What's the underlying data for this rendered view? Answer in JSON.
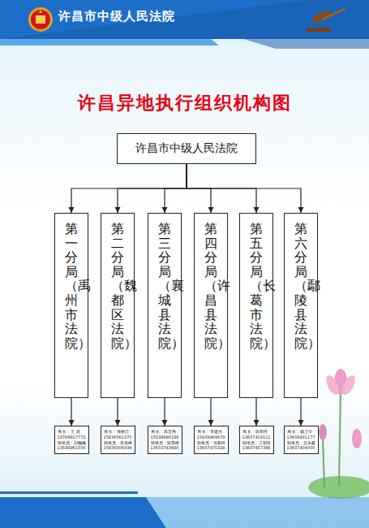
{
  "diagram": {
    "title": "许昌异地执行组织机构图",
    "nodes": [
      {
        "text": [
          "许昌市中级人民法院"
        ]
      },
      {
        "text": [
          "第一分局（禹州市法院）"
        ]
      },
      {
        "text": [
          "第二分局（魏都区法院）"
        ]
      },
      {
        "text": [
          "第三分局（襄城县法院）"
        ]
      },
      {
        "text": [
          "第四分局（许昌县法院）"
        ]
      },
      {
        "text": [
          "第五分局（长葛市法院）"
        ]
      },
      {
        "text": [
          "第六分局（鄢陵县法院）"
        ]
      },
      {
        "text": [
          "局 长：王 超",
          "18768817772",
          "联络员：刘巍巍",
          "13598961556"
        ]
      },
      {
        "text": [
          "局 长：海丽洁",
          "15836561370",
          "联络员：李高峰",
          "15836506939"
        ]
      },
      {
        "text": [
          "局 长：陈宏伟",
          "15038686188",
          "联络员：陈雷峰",
          "13503743880"
        ]
      },
      {
        "text": [
          "局 长：李建杰",
          "15939969679",
          "联络员：张新科",
          "13937475328"
        ]
      },
      {
        "text": [
          "局 长：陈明亮",
          "13837419111",
          "联络员：王明玫",
          "13837457386"
        ]
      },
      {
        "text": [
          "局 长：杨卫华",
          "13608431177",
          "联络员：宫永豪",
          "13837404000"
        ]
      }
    ],
    "edges": [
      {
        "from": 0,
        "to": 1,
        "arrow": "to"
      },
      {
        "from": 0,
        "to": 2,
        "arrow": "to"
      },
      {
        "from": 0,
        "to": 3,
        "arrow": "to"
      },
      {
        "from": 0,
        "to": 4,
        "arrow": "to"
      },
      {
        "from": 0,
        "to": 5,
        "arrow": "to"
      },
      {
        "from": 0,
        "to": 6,
        "arrow": "to"
      },
      {
        "from": 1,
        "to": 7,
        "arrow": "to"
      },
      {
        "from": 2,
        "to": 8,
        "arrow": "to"
      },
      {
        "from": 3,
        "to": 9,
        "arrow": "to"
      },
      {
        "from": 4,
        "to": 10,
        "arrow": "to"
      },
      {
        "from": 5,
        "to": 11,
        "arrow": "to"
      },
      {
        "from": 6,
        "to": 12,
        "arrow": "to"
      }
    ],
    "labels": [
      "许昌市中级人民法院"
    ]
  }
}
